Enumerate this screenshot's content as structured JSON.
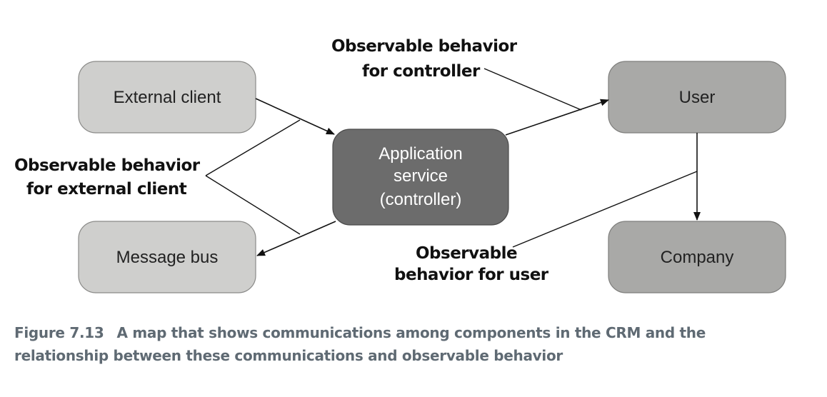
{
  "nodes": {
    "external_client": "External client",
    "message_bus": "Message bus",
    "app_service_line1": "Application",
    "app_service_line2": "service",
    "app_service_line3": "(controller)",
    "user": "User",
    "company": "Company"
  },
  "annotations": {
    "controller_line1": "Observable behavior",
    "controller_line2": "for controller",
    "external_client_line1": "Observable behavior",
    "external_client_line2": "for external client",
    "user_line1": "Observable",
    "user_line2": "behavior for user"
  },
  "caption": {
    "figure_number": "Figure 7.13",
    "line1": "A map that shows communications among components in the CRM and the",
    "line2": "relationship between these communications and observable behavior"
  },
  "colors": {
    "light_node": "#cfcfcd",
    "medium_node": "#a9a9a7",
    "dark_node": "#6c6c6c",
    "caption_text": "#5f6a73"
  }
}
